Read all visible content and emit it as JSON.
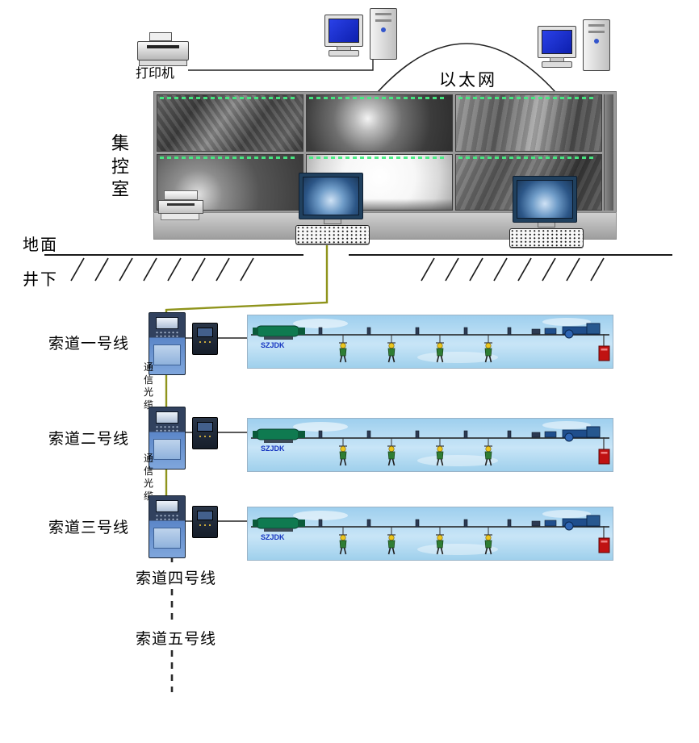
{
  "top": {
    "printer_label": "打印机",
    "ethernet_label": "以太网"
  },
  "control_room": {
    "label": "集控室"
  },
  "ground": {
    "surface_label": "地面",
    "underground_label": "井下"
  },
  "cableways": {
    "fiber_label": "通信光缆",
    "banner_brand": "SZJDK",
    "line1_label": "索道一号线",
    "line2_label": "索道二号线",
    "line3_label": "索道三号线",
    "line4_label": "索道四号线",
    "line5_label": "索道五号线"
  }
}
